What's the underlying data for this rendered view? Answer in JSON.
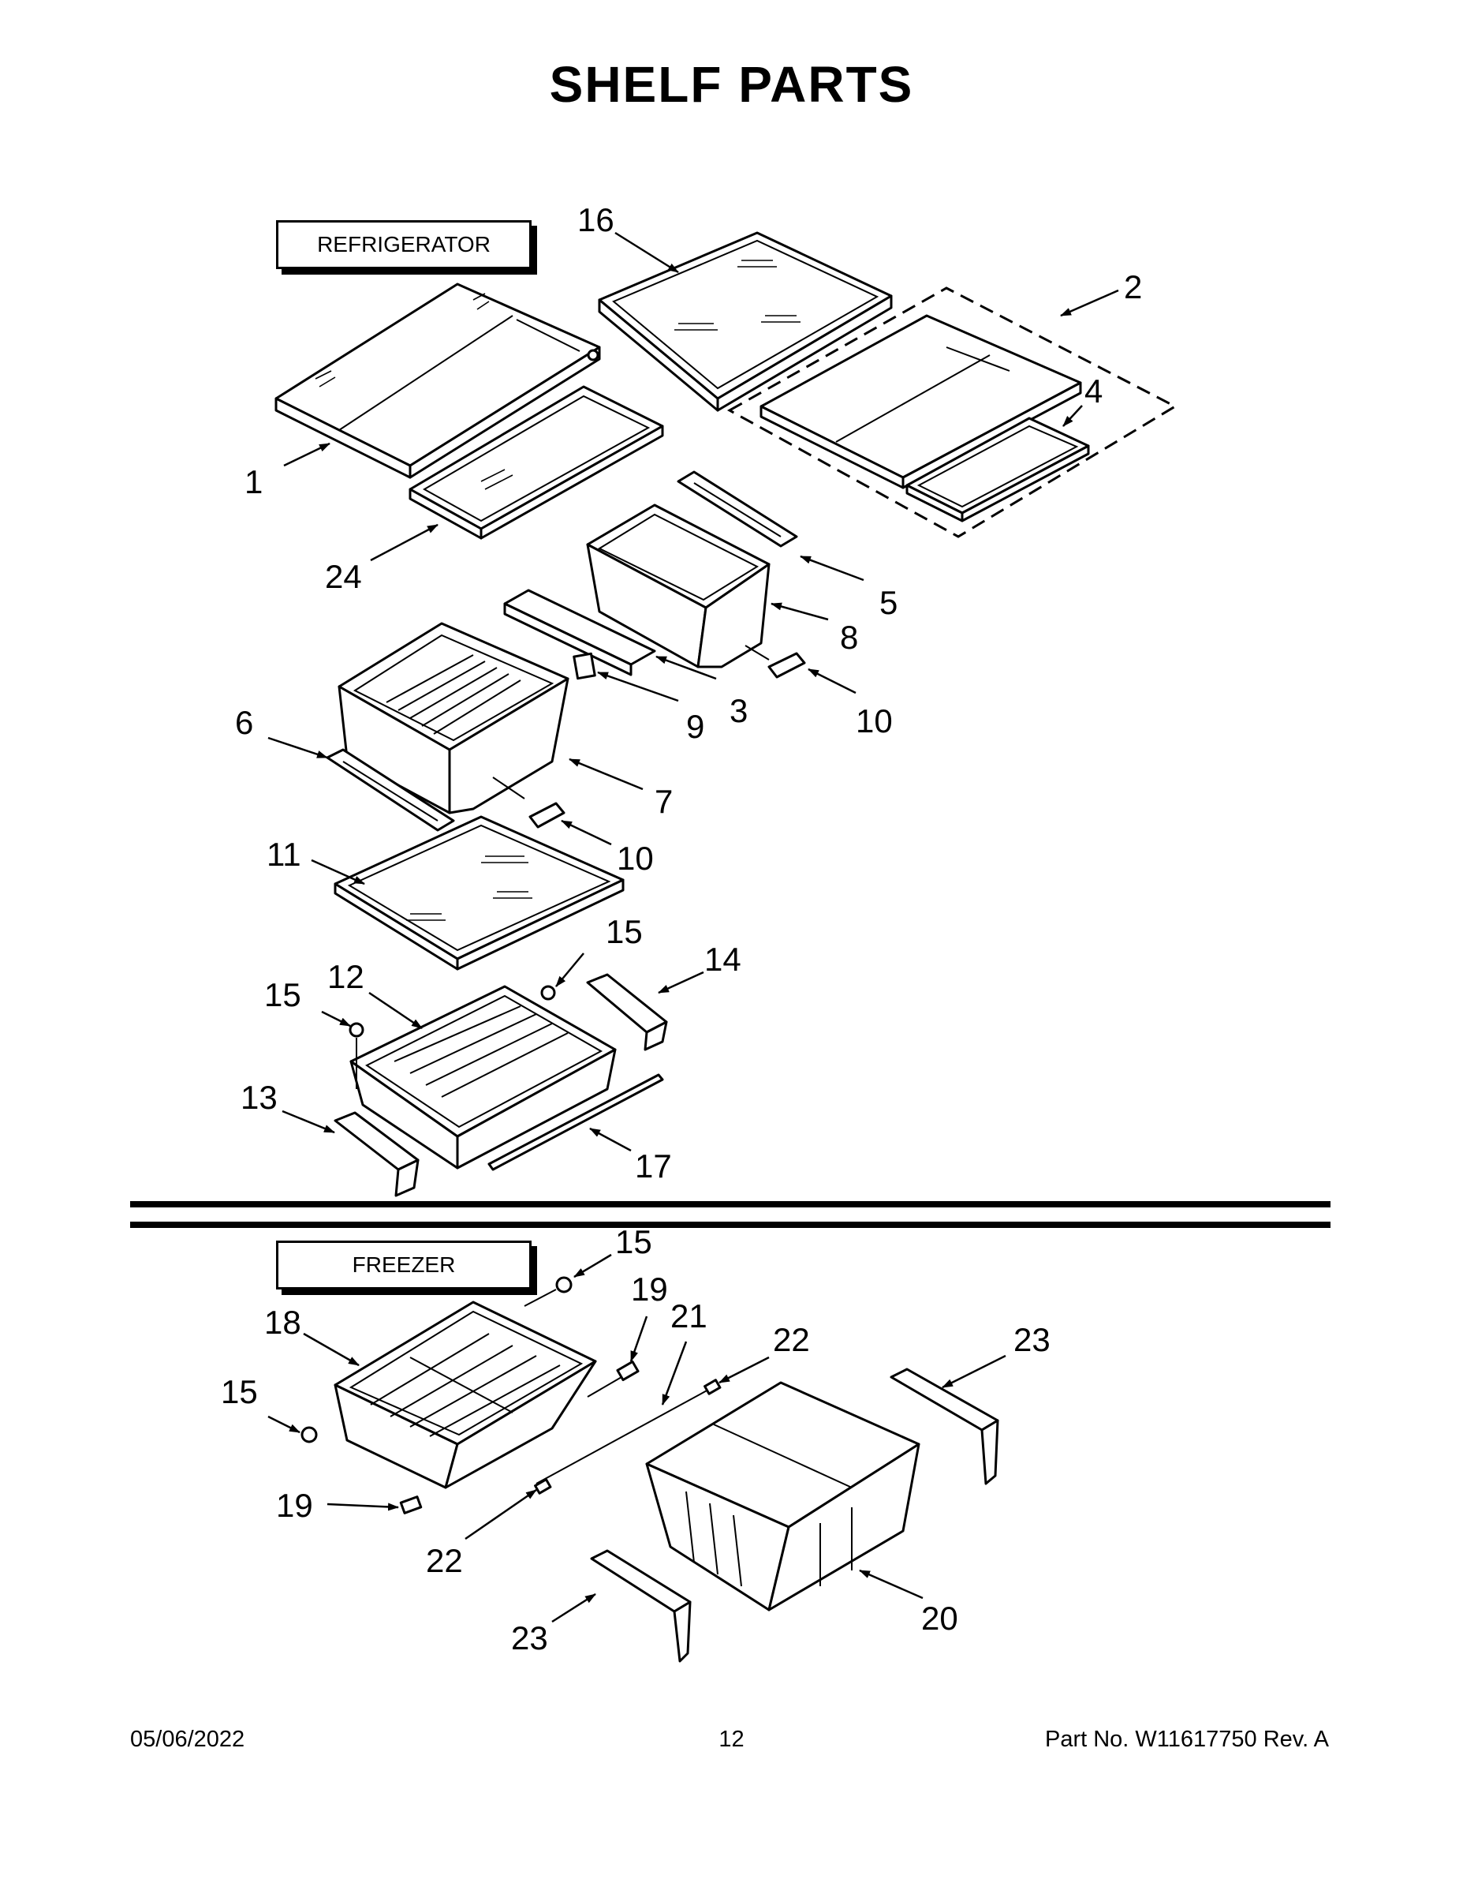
{
  "title": "SHELF PARTS",
  "sections": {
    "refrigerator": "REFRIGERATOR",
    "freezer": "FREEZER"
  },
  "callouts": {
    "c16": "16",
    "c2": "2",
    "c4": "4",
    "c1": "1",
    "c24": "24",
    "c5": "5",
    "c8": "8",
    "c3": "3",
    "c9": "9",
    "c10a": "10",
    "c6": "6",
    "c7": "7",
    "c10b": "10",
    "c11": "11",
    "c15a": "15",
    "c14": "14",
    "c15b": "15",
    "c12": "12",
    "c13": "13",
    "c17": "17",
    "c15c": "15",
    "c19a": "19",
    "c21": "21",
    "c22a": "22",
    "c23a": "23",
    "c18": "18",
    "c15d": "15",
    "c19b": "19",
    "c22b": "22",
    "c20": "20",
    "c23b": "23"
  },
  "footer": {
    "date": "05/06/2022",
    "page": "12",
    "part": "Part No.  W11617750  Rev.  A"
  }
}
